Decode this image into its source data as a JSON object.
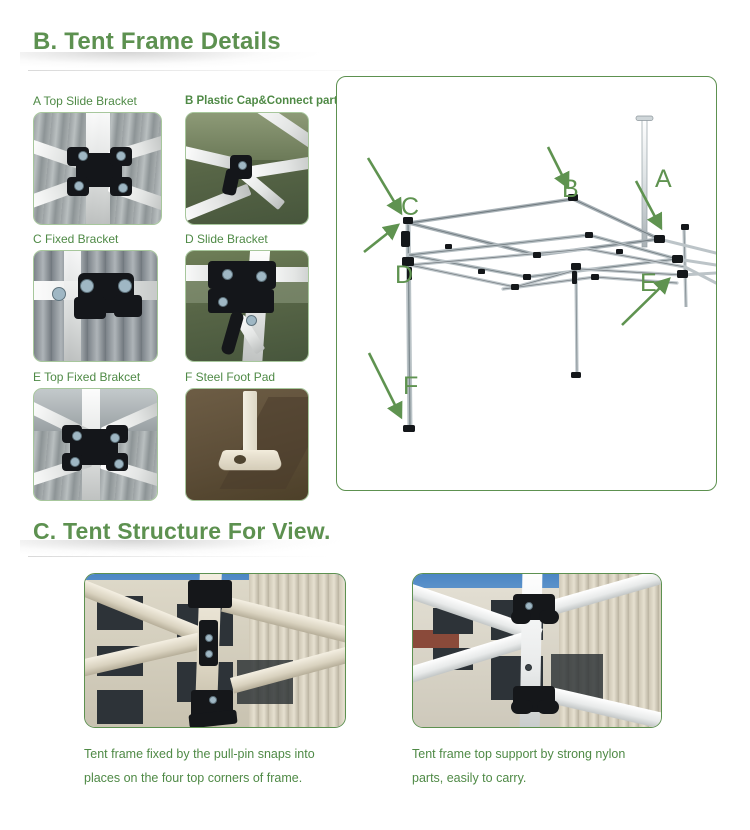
{
  "sections": {
    "b": {
      "title": "B. Tent Frame Details"
    },
    "c": {
      "title": "C. Tent Structure For View."
    }
  },
  "thumbnails": [
    {
      "id": "A",
      "label": "A Top Slide Bracket",
      "style": "regular"
    },
    {
      "id": "B",
      "label": "B Plastic Cap&Connect part",
      "style": "bold"
    },
    {
      "id": "C",
      "label": "C Fixed Bracket",
      "style": "regular"
    },
    {
      "id": "D",
      "label": "D Slide Bracket",
      "style": "regular"
    },
    {
      "id": "E",
      "label": "E Top Fixed Brakcet",
      "style": "regular"
    },
    {
      "id": "F",
      "label": "F Steel Foot Pad",
      "style": "regular"
    }
  ],
  "diagram": {
    "callouts": [
      {
        "id": "A",
        "label": "A"
      },
      {
        "id": "B",
        "label": "B"
      },
      {
        "id": "C",
        "label": "C"
      },
      {
        "id": "D",
        "label": "D"
      },
      {
        "id": "E",
        "label": "E"
      },
      {
        "id": "F",
        "label": "F"
      }
    ]
  },
  "structure_photos": [
    {
      "id": "left",
      "caption_line1": "Tent frame fixed by the pull-pin snaps into",
      "caption_line2": "places on the four top corners of frame."
    },
    {
      "id": "right",
      "caption_line1": "Tent frame top support by strong nylon",
      "caption_line2": "parts, easily to carry."
    }
  ],
  "colors": {
    "heading_green": "#5d9150",
    "text_green": "#4f8a46",
    "panel_border": "#5d9150",
    "thumb_border": "#a7c79c",
    "arrow_green": "#5f9350"
  }
}
